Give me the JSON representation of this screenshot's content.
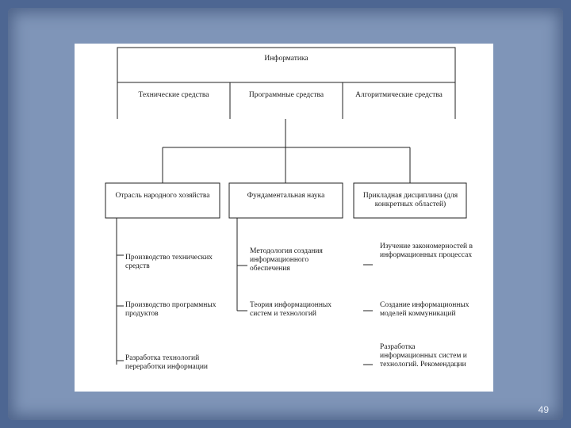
{
  "top_box": "Информатика",
  "means": [
    "Технические средства",
    "Программные средства",
    "Алгоритмические средства"
  ],
  "branches": [
    "Отрасль народного хозяйства",
    "Фундаментальная наука",
    "Прикладная дисциплина (для конкретных областей)"
  ],
  "economy_items": [
    "Производство технических средств",
    "Производство программных продуктов",
    "Разработка технологий переработки информации"
  ],
  "science_items": [
    "Методология создания информационного обеспечения",
    "Теория информационных систем и технологий"
  ],
  "applied_items": [
    "Изучение закономерностей в информационных процессах",
    "Создание информационных моделей коммуникаций",
    "Разработка информационных систем и технологий. Рекомендации"
  ],
  "page_number": "49"
}
